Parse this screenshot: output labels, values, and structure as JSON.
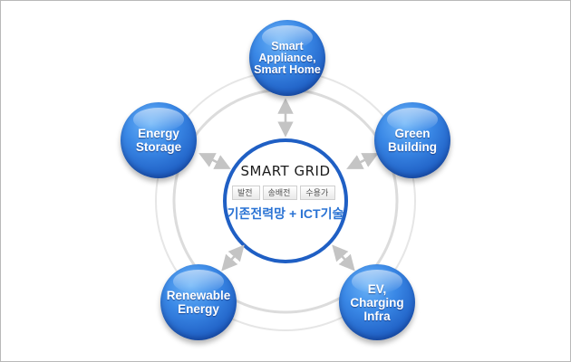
{
  "diagram": {
    "center": {
      "title": "SMART GRID",
      "chips": [
        "발전",
        "송배전",
        "수용가"
      ],
      "subtitle": "기존전력망 + ICT기술"
    },
    "nodes": {
      "top": "Smart\nAppliance,\nSmart Home",
      "right": "Green\nBuilding",
      "bottom_right": "EV,\nCharging\nInfra",
      "bottom_left": "Renewable\nEnergy",
      "left": "Energy\nStorage"
    },
    "colors": {
      "node_blue": "#2a6fd6",
      "center_ring": "#1f5fc4",
      "subtitle_blue": "#2a73d4",
      "arrow_gray": "#c4c4c4"
    }
  }
}
